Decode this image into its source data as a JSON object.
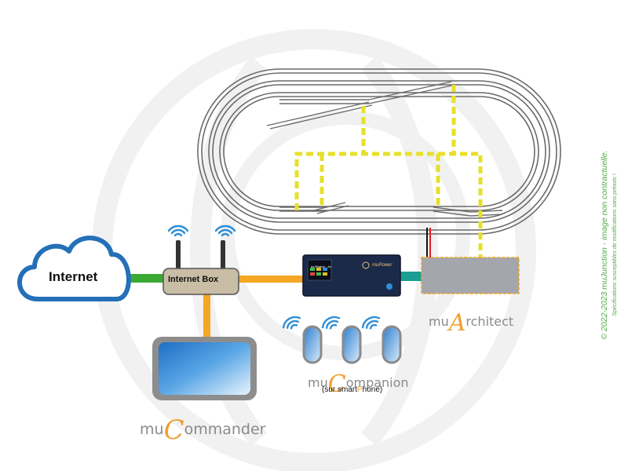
{
  "labels": {
    "internet": "Internet",
    "internet_box": "Internet Box",
    "architect_prefix": "mu",
    "architect_letter": "A",
    "architect_suffix": "rchitect",
    "companion_prefix": "mu",
    "companion_letter": "C",
    "companion_suffix": "ompanion",
    "companion_sub_pre": "(sur smart",
    "companion_sub_hl": "P",
    "companion_sub_post": "hone)",
    "commander_prefix": "mu",
    "commander_letter": "C",
    "commander_suffix": "ommander",
    "mupower_prefix": "mu",
    "mupower_suffix": "Power",
    "screen_title": "muStation - Ac"
  },
  "copyright": {
    "line1": "© 2022-2023 muJunction - image non contractuelle.",
    "line2": "Spécifications susceptibles de modifications sans préavis !"
  },
  "colors": {
    "cloud_blue": "#2470b8",
    "link_green": "#3aaa35",
    "link_orange": "#f5a623",
    "link_teal": "#1a9e93",
    "dash_yellow": "#e7e02a",
    "track_grey": "#6b6b6b",
    "wifi_blue": "#2f8ed6",
    "device_dark": "#1c2a4a",
    "architect_grey": "#a3a6ad"
  },
  "icons": [
    "cloud-icon",
    "router-icon",
    "wifi-icon",
    "tablet-icon",
    "smartphone-icon",
    "central-unit-icon",
    "architect-module-icon"
  ]
}
